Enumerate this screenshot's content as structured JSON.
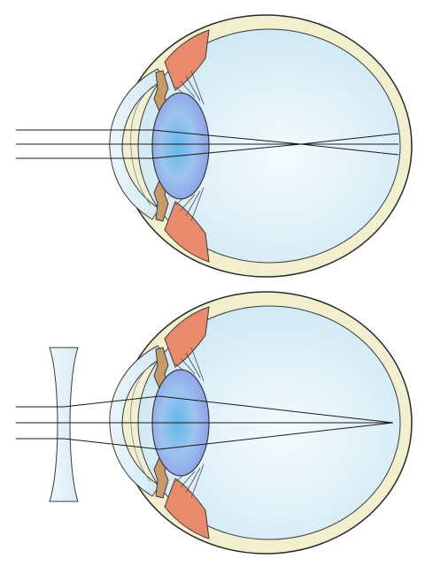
{
  "figure": {
    "panels": [
      {
        "id": "uncorrected",
        "corrective_lens": false,
        "rays_converge": "before-retina"
      },
      {
        "id": "corrected",
        "corrective_lens": true,
        "corrective_lens_type": "concave",
        "rays_converge": "on-retina"
      }
    ]
  },
  "colors": {
    "sclera": "#f2efcf",
    "sclera_stroke": "#2a2a2a",
    "vitreous": "#d8eef7",
    "vitreous_light": "#eef8fc",
    "cornea": "#dcedf5",
    "lens_center": "#6fb6e6",
    "lens_edge": "#8fa2e8",
    "ciliary_muscle": "#e98a6c",
    "iris": "#c89a6a",
    "rays": "#1a1a1a",
    "concave_lens": "#e4f2f7"
  }
}
